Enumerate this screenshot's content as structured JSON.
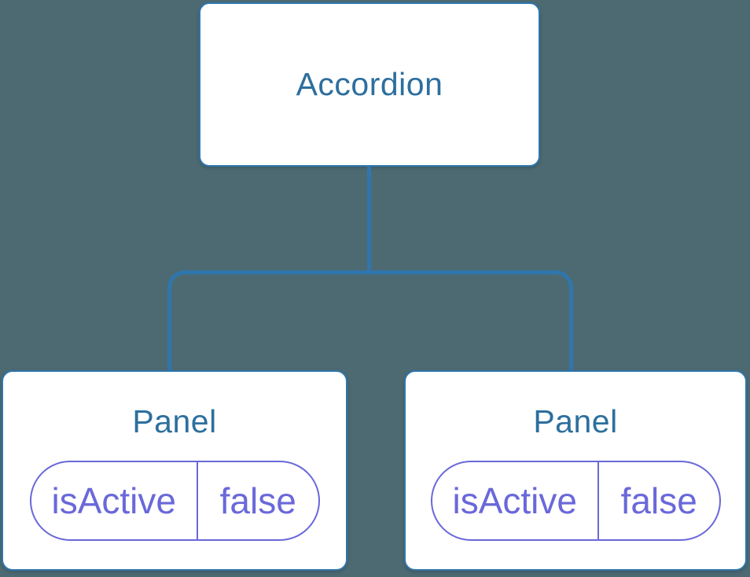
{
  "colors": {
    "bg": "#4d6a73",
    "line": "#2f76ad",
    "box-fill": "#ffffff",
    "title": "#2d6f9e",
    "pill": "#6a68d9"
  },
  "tree": {
    "root": {
      "label": "Accordion"
    },
    "children": [
      {
        "label": "Panel",
        "state": {
          "key": "isActive",
          "value": "false"
        }
      },
      {
        "label": "Panel",
        "state": {
          "key": "isActive",
          "value": "false"
        }
      }
    ]
  }
}
